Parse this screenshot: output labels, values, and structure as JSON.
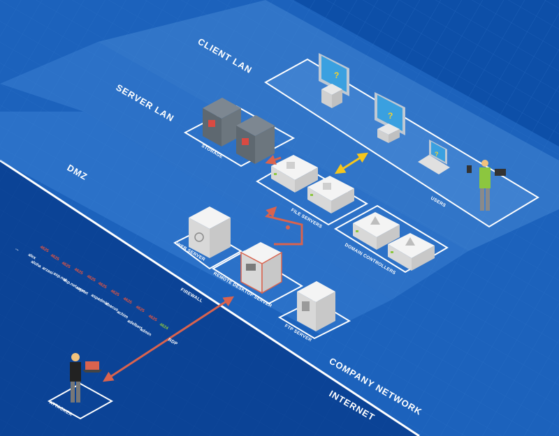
{
  "zones": {
    "client_lan": "CLIENT LAN",
    "server_lan": "SERVER LAN",
    "dmz": "DMZ",
    "company_network": "COMPANY NETWORK",
    "internet": "INTERNET"
  },
  "devices": {
    "storage": "STORAGE",
    "file_servers": "FILE SERVERS",
    "domain_controllers": "DOMAIN CONTROLLERS",
    "users": "USERS",
    "web_server": "WEB SERVER",
    "remote_desktop_server": "REMOTE DESKTOP SERVER",
    "ftp_server": "FTP SERVER",
    "firewall": "FIREWALL",
    "attacker": "ATTACKER",
    "rdp": "RDP"
  },
  "login_attempts": [
    {
      "user": "...",
      "code": ""
    },
    {
      "user": "alex",
      "code": "4625"
    },
    {
      "user": "aloha",
      "code": "4625"
    },
    {
      "user": "arzasi",
      "code": "4625"
    },
    {
      "user": "asp.net",
      "code": "4625"
    },
    {
      "user": "asp.net.user",
      "code": "4625"
    },
    {
      "user": "aspnet",
      "code": "4625"
    },
    {
      "user": "aspadmin",
      "code": "4625"
    },
    {
      "user": "abacus",
      "code": "4625"
    },
    {
      "user": "achim",
      "code": "4625"
    },
    {
      "user": "adelbert",
      "code": "4625"
    },
    {
      "user": "admin",
      "code": "4624"
    }
  ],
  "colors": {
    "background": "#0d4fa8",
    "failed_code": "#e5543f",
    "success_code": "#8cc63f",
    "rdp_arrow": "#d9634e",
    "sync_arrow": "#f5c61d",
    "monitor_screen": "#3aa0e0"
  }
}
